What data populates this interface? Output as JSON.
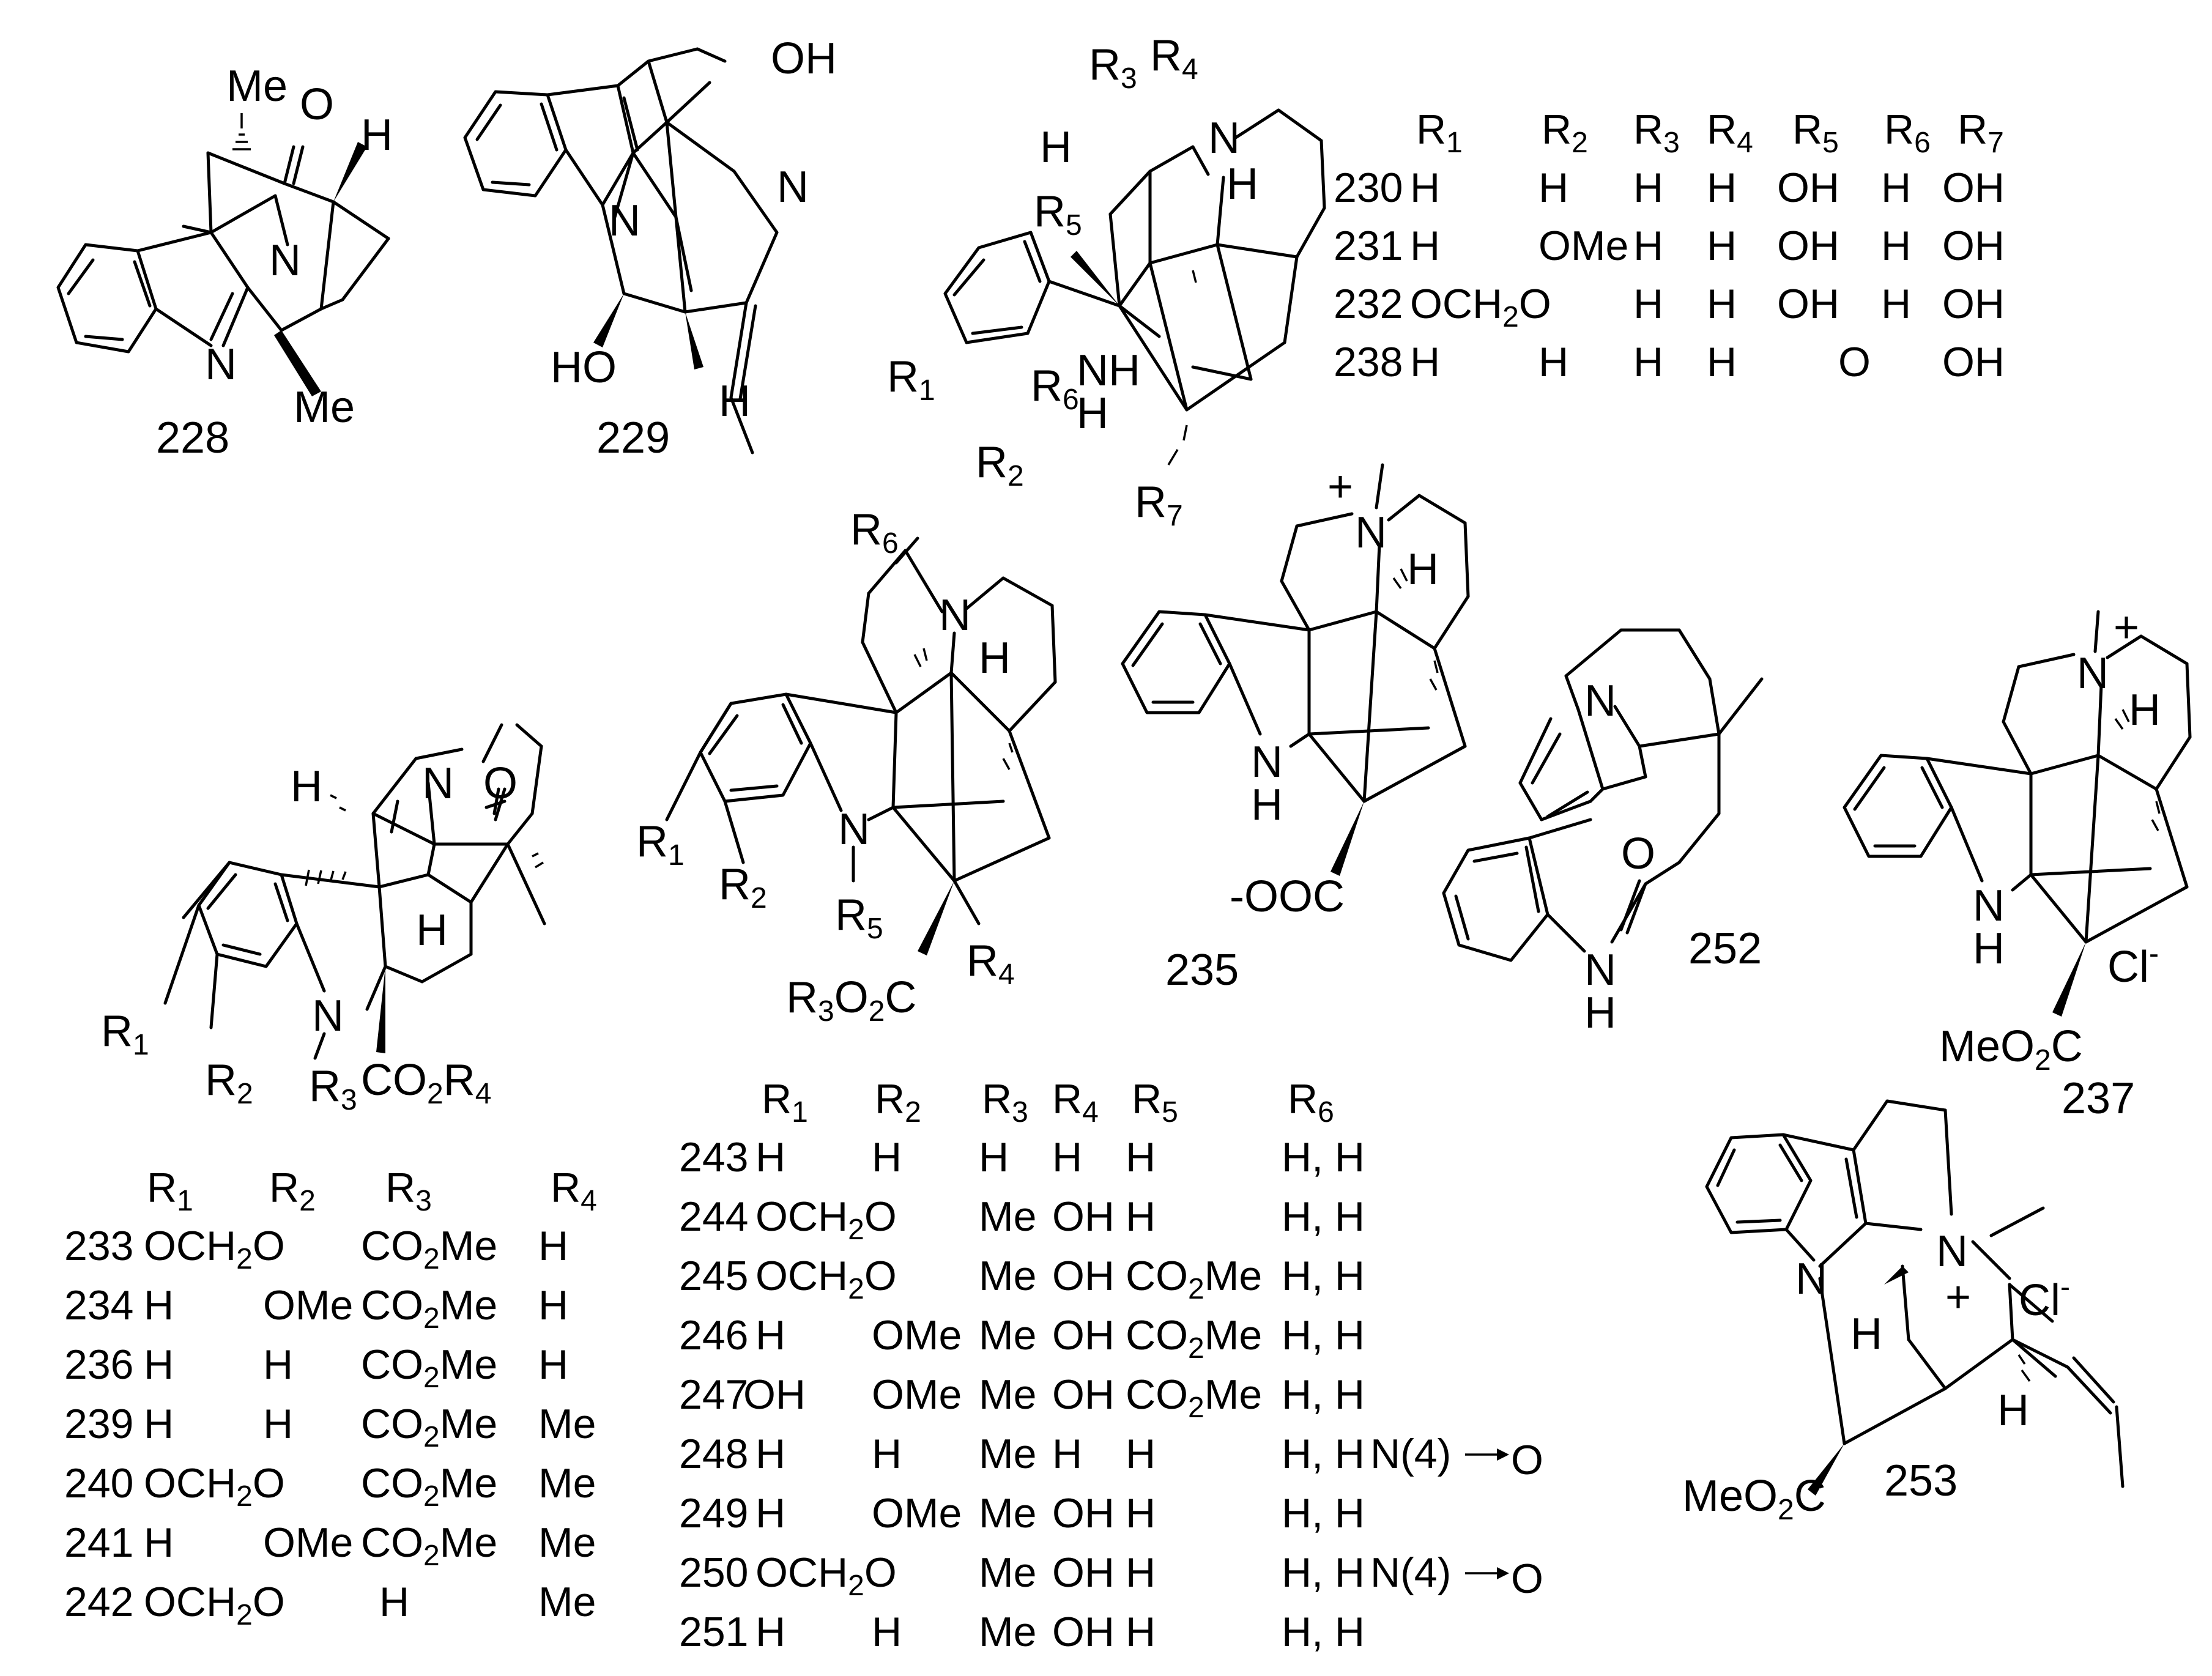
{
  "compounds": {
    "c228": {
      "id": "228",
      "atoms": {
        "me_top": "Me",
        "o": "O",
        "h": "H",
        "n_bridge": "N",
        "n_ring": "N",
        "me_bottom": "Me"
      }
    },
    "c229": {
      "id": "229",
      "atoms": {
        "oh": "OH",
        "n_indole": "N",
        "n_amine": "N",
        "ho": "HO",
        "h": "H"
      }
    },
    "c230": {
      "atoms": {
        "r3": "R",
        "r3_sub": "3",
        "r4": "R",
        "r4_sub": "4",
        "n": "N",
        "h_top": "H",
        "h_right": "H",
        "r5": "R",
        "r5_sub": "5",
        "r1": "R",
        "r1_sub": "1",
        "r2": "R",
        "r2_sub": "2",
        "r6": "R",
        "r6_sub": "6",
        "nh": "NH",
        "h_low": "H",
        "r7": "R",
        "r7_sub": "7"
      }
    },
    "c233": {
      "atoms": {
        "h_left": "H",
        "n_top": "N",
        "o": "O",
        "h_mid": "H",
        "n_ring": "N",
        "r1": "R",
        "r1_sub": "1",
        "r2": "R",
        "r2_sub": "2",
        "r3": "R",
        "r3_sub": "3",
        "co2r4": "CO",
        "co2r4_sub": "2",
        "co2r4_tail": "R",
        "co2r4_tail_sub": "4"
      }
    },
    "c243": {
      "atoms": {
        "r6": "R",
        "r6_sub": "6",
        "n_top": "N",
        "h": "H",
        "r1": "R",
        "r1_sub": "1",
        "r2": "R",
        "r2_sub": "2",
        "n_ring": "N",
        "r5": "R",
        "r5_sub": "5",
        "r3o2c": "R",
        "r3o2c_sub1": "3",
        "r3o2c_mid": "O",
        "r3o2c_sub2": "2",
        "r3o2c_end": "C",
        "r4": "R",
        "r4_sub": "4"
      }
    },
    "c235": {
      "id": "235",
      "atoms": {
        "plus": "+",
        "n": "N",
        "h": "H",
        "nh": "N",
        "nh_h": "H",
        "ooc": "-OOC"
      }
    },
    "c252": {
      "id": "252",
      "atoms": {
        "n_pyrrole": "N",
        "o": "O",
        "n_amide": "N",
        "n_amide_h": "H"
      }
    },
    "c237": {
      "id": "237",
      "atoms": {
        "plus": "+",
        "n": "N",
        "h": "H",
        "nh": "N",
        "nh_h": "H",
        "cl": "Cl",
        "cl_charge": "-",
        "meo2c": "MeO",
        "meo2c_sub": "2",
        "meo2c_end": "C"
      }
    },
    "c253": {
      "id": "253",
      "atoms": {
        "n_indole": "N",
        "n_quat": "N",
        "plus": "+",
        "cl": "Cl",
        "cl_charge": "-",
        "h_left": "H",
        "h_right": "H",
        "meo2c": "MeO",
        "meo2c_sub": "2",
        "meo2c_end": "C"
      }
    }
  },
  "table_230": {
    "headers": [
      {
        "n": "R",
        "s": "1"
      },
      {
        "n": "R",
        "s": "2"
      },
      {
        "n": "R",
        "s": "3"
      },
      {
        "n": "R",
        "s": "4"
      },
      {
        "n": "R",
        "s": "5"
      },
      {
        "n": "R",
        "s": "6"
      },
      {
        "n": "R",
        "s": "7"
      }
    ],
    "rows": [
      {
        "id": "230",
        "r1": "H",
        "r2": "H",
        "r3": "H",
        "r4": "H",
        "r5": "OH",
        "r6": "H",
        "r7": "OH"
      },
      {
        "id": "231",
        "r1": "H",
        "r2": "OMe",
        "r3": "H",
        "r4": "H",
        "r5": "OH",
        "r6": "H",
        "r7": "OH"
      },
      {
        "id": "232",
        "r1": "OCH2O",
        "r2": "",
        "r3": "H",
        "r4": "H",
        "r5": "OH",
        "r6": "H",
        "r7": "OH"
      },
      {
        "id": "238",
        "r1": "H",
        "r2": "H",
        "r3": "H",
        "r4": "H",
        "r5r6": "O",
        "r7": "OH"
      }
    ]
  },
  "table_233": {
    "headers": [
      {
        "n": "R",
        "s": "1"
      },
      {
        "n": "R",
        "s": "2"
      },
      {
        "n": "R",
        "s": "3"
      },
      {
        "n": "R",
        "s": "4"
      }
    ],
    "rows": [
      {
        "id": "233",
        "r1": "OCH2O",
        "r2": "",
        "r3": "CO2Me",
        "r4": "H"
      },
      {
        "id": "234",
        "r1": "H",
        "r2": "OMe",
        "r3": "CO2Me",
        "r4": "H"
      },
      {
        "id": "236",
        "r1": "H",
        "r2": "H",
        "r3": "CO2Me",
        "r4": "H"
      },
      {
        "id": "239",
        "r1": "H",
        "r2": "H",
        "r3": "CO2Me",
        "r4": "Me"
      },
      {
        "id": "240",
        "r1": "OCH2O",
        "r2": "",
        "r3": "CO2Me",
        "r4": "Me"
      },
      {
        "id": "241",
        "r1": "H",
        "r2": "OMe",
        "r3": "CO2Me",
        "r4": "Me"
      },
      {
        "id": "242",
        "r1": "OCH2O",
        "r2": "",
        "r3": "H",
        "r4": "Me"
      }
    ]
  },
  "table_243": {
    "headers": [
      {
        "n": "R",
        "s": "1"
      },
      {
        "n": "R",
        "s": "2"
      },
      {
        "n": "R",
        "s": "3"
      },
      {
        "n": "R",
        "s": "4"
      },
      {
        "n": "R",
        "s": "5"
      },
      {
        "n": "R",
        "s": "6"
      }
    ],
    "rows": [
      {
        "id": "243",
        "r1": "H",
        "r2": "H",
        "r3": "H",
        "r4": "H",
        "r5": "H",
        "r6": "H, H",
        "note": ""
      },
      {
        "id": "244",
        "r1": "OCH2O",
        "r2": "",
        "r3": "Me",
        "r4": "OH",
        "r5": "H",
        "r6": "H, H",
        "note": ""
      },
      {
        "id": "245",
        "r1": "OCH2O",
        "r2": "",
        "r3": "Me",
        "r4": "OH",
        "r5": "CO2Me",
        "r6": "H, H",
        "note": ""
      },
      {
        "id": "246",
        "r1": "H",
        "r2": "OMe",
        "r3": "Me",
        "r4": "OH",
        "r5": "CO2Me",
        "r6": "H, H",
        "note": ""
      },
      {
        "id": "247",
        "r1": "OH",
        "r2": "OMe",
        "r3": "Me",
        "r4": "OH",
        "r5": "CO2Me",
        "r6": "H, H",
        "note": ""
      },
      {
        "id": "248",
        "r1": "H",
        "r2": "H",
        "r3": "Me",
        "r4": "H",
        "r5": "H",
        "r6": "H, H",
        "note": "N(4)",
        "note_to": "O"
      },
      {
        "id": "249",
        "r1": "H",
        "r2": "OMe",
        "r3": "Me",
        "r4": "OH",
        "r5": "H",
        "r6": "H, H",
        "note": ""
      },
      {
        "id": "250",
        "r1": "OCH2O",
        "r2": "",
        "r3": "Me",
        "r4": "OH",
        "r5": "H",
        "r6": "H, H",
        "note": "N(4)",
        "note_to": "O"
      },
      {
        "id": "251",
        "r1": "H",
        "r2": "H",
        "r3": "Me",
        "r4": "OH",
        "r5": "H",
        "r6": "H, H",
        "note": ""
      }
    ]
  }
}
